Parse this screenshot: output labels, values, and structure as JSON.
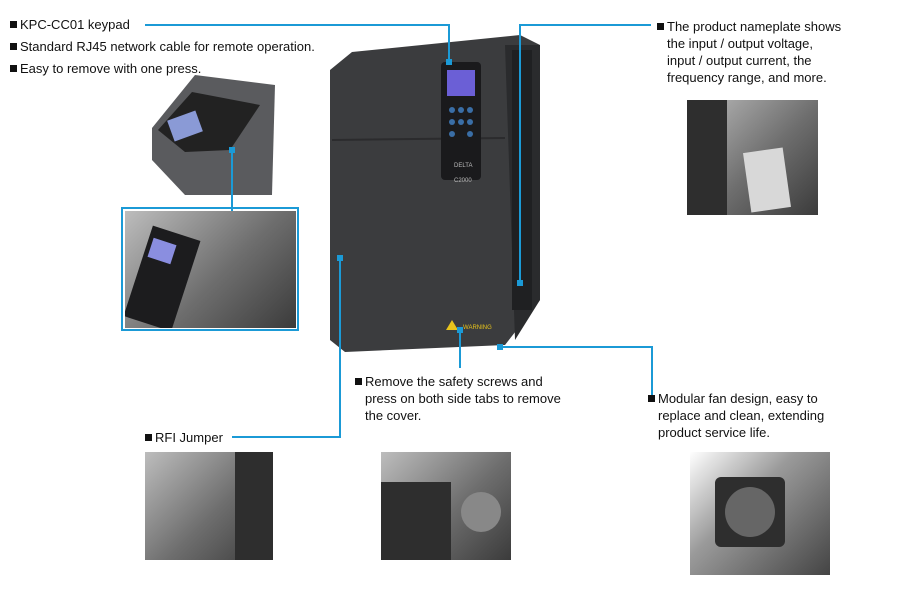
{
  "callouts": {
    "keypad": {
      "lines": [
        "KPC-CC01 keypad",
        "Standard RJ45 network cable for remote operation.",
        "Easy to remove with one press."
      ]
    },
    "nameplate": {
      "lines": [
        "The product nameplate shows",
        "the input / output voltage,",
        "input / output current, the",
        "frequency range, and more."
      ]
    },
    "cover": {
      "lines": [
        "Remove the safety screws and",
        "press on both side tabs to remove",
        "the cover."
      ]
    },
    "fan": {
      "lines": [
        "Modular fan design, easy to",
        "replace and clean, extending",
        "product service life."
      ]
    },
    "rfi": {
      "lines": [
        "RFI Jumper"
      ]
    }
  },
  "product": {
    "brand": "DELTA",
    "model": "C2000",
    "warning": "WARNING"
  },
  "colors": {
    "leader_line": "#1b9ad6",
    "body": "#3a3b3d"
  }
}
